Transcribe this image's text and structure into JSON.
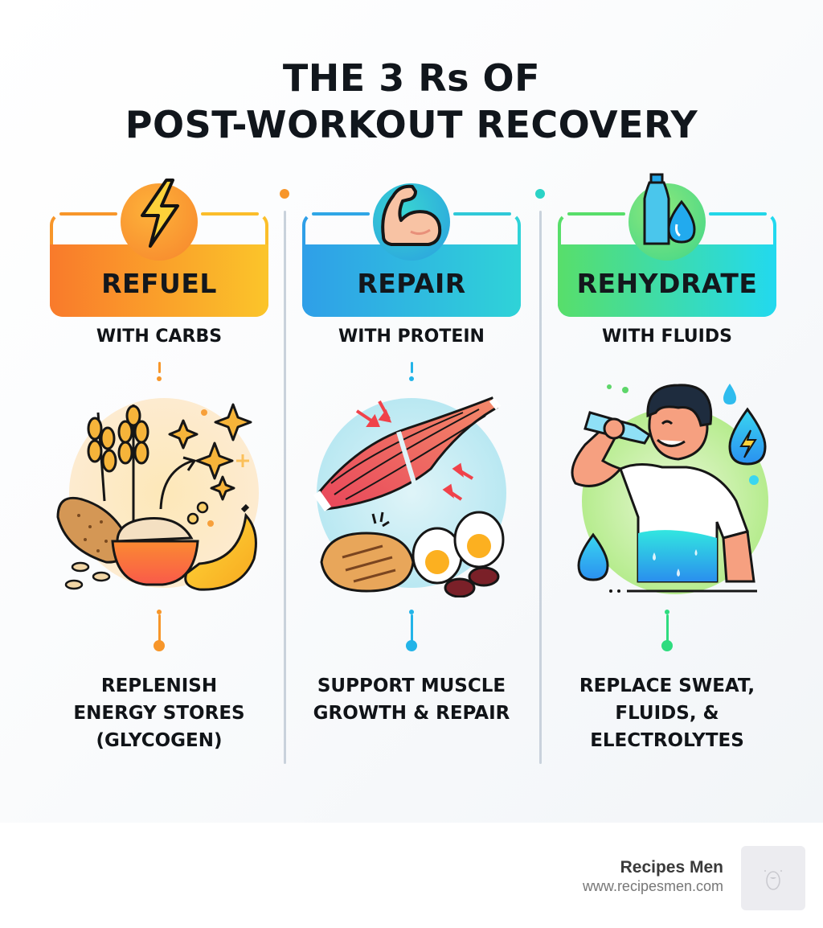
{
  "title": {
    "line1": "THE 3 Rs OF",
    "line2": "POST-WORKOUT RECOVERY"
  },
  "colors": {
    "refuel_start": "#f97a2b",
    "refuel_end": "#fbc52a",
    "repair_start": "#2f9fe8",
    "repair_end": "#2fd3d8",
    "rehydrate_start": "#58de6a",
    "rehydrate_end": "#22d9ef",
    "divider": "#c9d2dc",
    "text": "#111418"
  },
  "columns": [
    {
      "id": "refuel",
      "label": "REFUEL",
      "subtitle": "WITH CARBS",
      "icon": "lightning-bolt-icon",
      "illustration": "carbs-foods-illustration",
      "illustration_items": [
        "wheat",
        "bread loaf",
        "rice bowl",
        "banana",
        "oat seeds",
        "sparkles",
        "upward arrow"
      ],
      "benefit": "REPLENISH\nENERGY STORES\n(GLYCOGEN)",
      "accent": "#f7962a"
    },
    {
      "id": "repair",
      "label": "REPAIR",
      "subtitle": "WITH PROTEIN",
      "icon": "flexed-bicep-icon",
      "illustration": "protein-muscle-illustration",
      "illustration_items": [
        "muscle fibers",
        "red arrows",
        "grilled chicken breast",
        "boiled eggs",
        "beans"
      ],
      "benefit": "SUPPORT MUSCLE\nGROWTH & REPAIR",
      "accent": "#23b4e8"
    },
    {
      "id": "rehydrate",
      "label": "REHYDRATE",
      "subtitle": "WITH FLUIDS",
      "icon": "water-bottle-drop-icon",
      "illustration": "man-drinking-water-illustration",
      "illustration_items": [
        "man drinking from bottle",
        "water drops",
        "electrolyte drop with bolt"
      ],
      "benefit": "REPLACE SWEAT,\nFLUIDS, &\nELECTROLYTES",
      "accent": "#2fdc7f"
    }
  ],
  "footer": {
    "brand_name": "Recipes Men",
    "brand_url": "www.recipesmen.com",
    "logo_icon": "bear-logo-icon"
  }
}
